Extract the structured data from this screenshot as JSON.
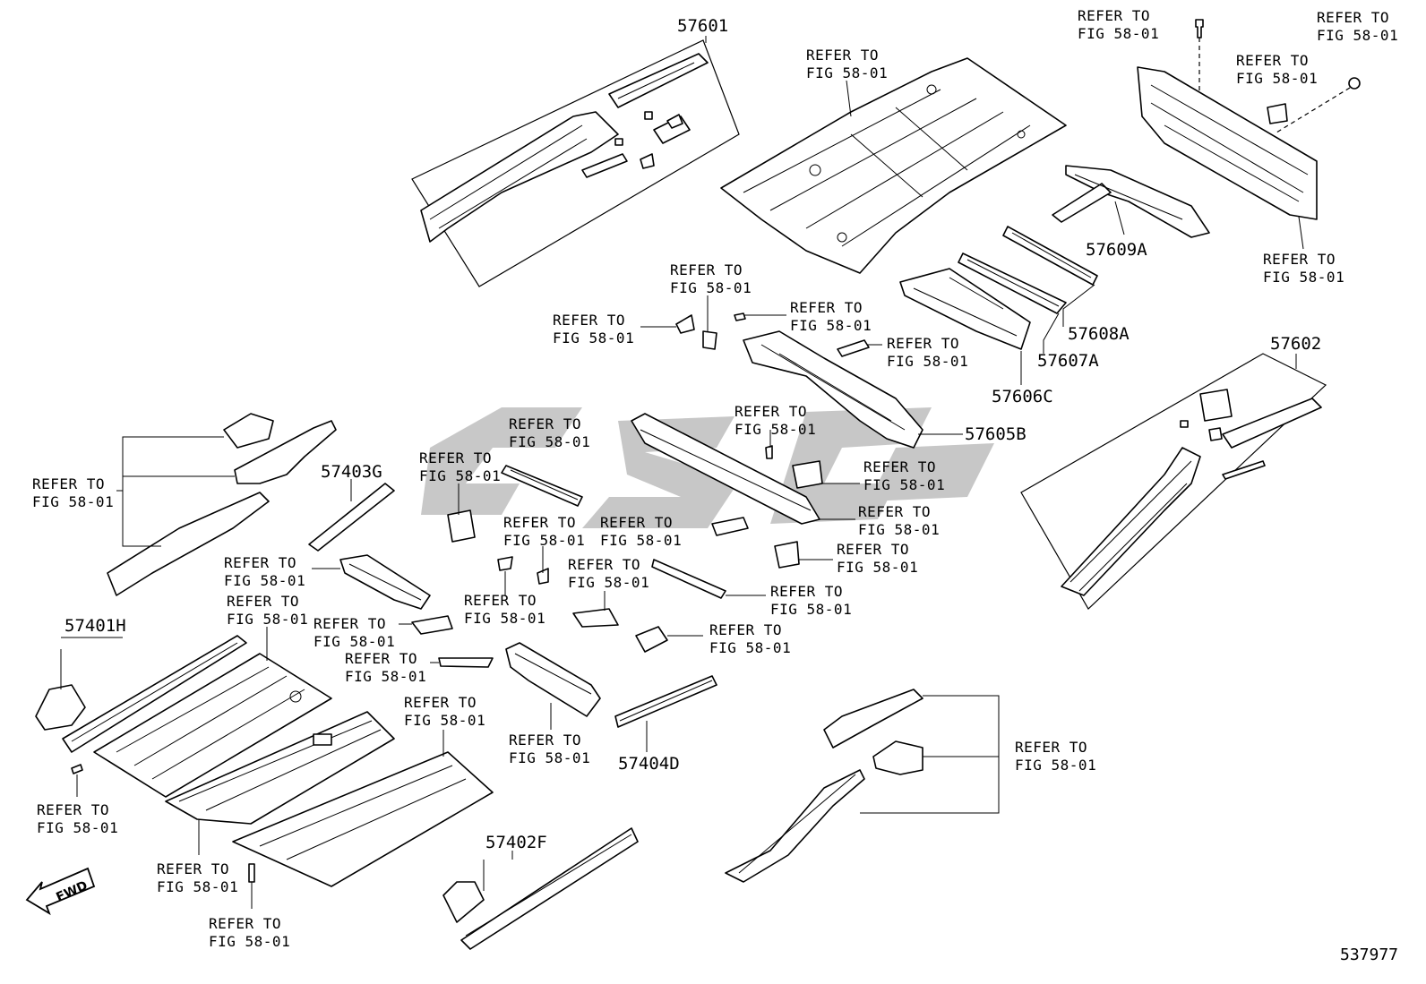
{
  "reference_text": "REFER TO\nFIG 58-01",
  "part_numbers": {
    "p57601": "57601",
    "p57602": "57602",
    "p57609A": "57609A",
    "p57608A": "57608A",
    "p57607A": "57607A",
    "p57606C": "57606C",
    "p57605B": "57605B",
    "p57403G": "57403G",
    "p57401H": "57401H",
    "p57404D": "57404D",
    "p57402F": "57402F"
  },
  "direction_label": "FWD",
  "diagram_id": "537977",
  "watermark_text": "CSC",
  "colors": {
    "line": "#000000",
    "background": "#ffffff",
    "watermark": "#b4b4b4"
  }
}
